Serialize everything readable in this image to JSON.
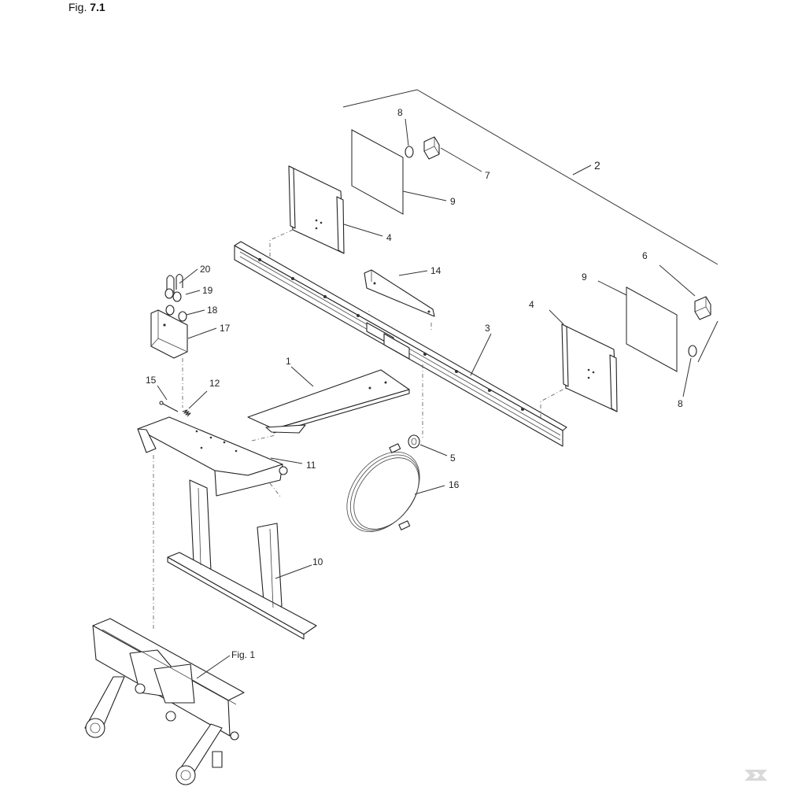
{
  "figure": {
    "prefix": "Fig.",
    "number": "7.1"
  },
  "callouts": {
    "c1": "1",
    "c2": "2",
    "c3": "3",
    "c4a": "4",
    "c4b": "4",
    "c5": "5",
    "c6": "6",
    "c7": "7",
    "c8a": "8",
    "c8b": "8",
    "c9a": "9",
    "c9b": "9",
    "c10": "10",
    "c11": "11",
    "c12": "12",
    "c14": "14",
    "c15": "15",
    "c16": "16",
    "c17": "17",
    "c18": "18",
    "c19": "19",
    "c20": "20"
  },
  "fig_ref": "Fig. 1"
}
